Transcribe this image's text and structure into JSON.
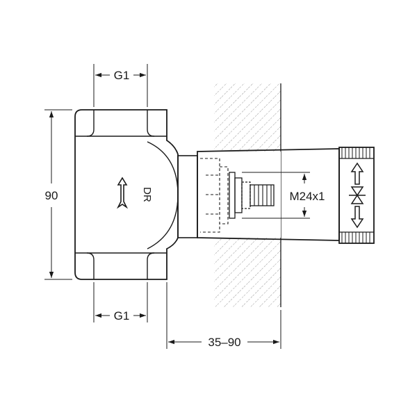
{
  "dimensions": {
    "top_width": "G1",
    "bottom_width": "G1",
    "height": "90",
    "install_depth": "35–90",
    "thread": "M24x1"
  },
  "body_mark": "DR",
  "icons": {
    "flow_arrow": "flow-direction-arrow-icon",
    "valve_symbol": "open-close-valve-icon"
  },
  "colors": {
    "line": "#1a1a1a",
    "hatch": "#9a9a9a",
    "background": "#ffffff"
  }
}
